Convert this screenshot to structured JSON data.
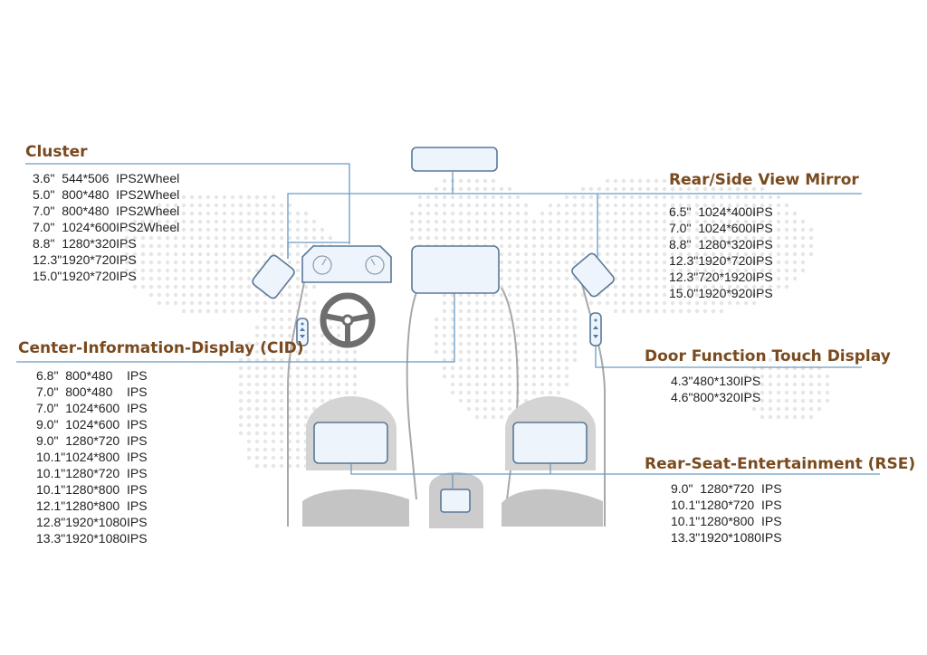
{
  "colors": {
    "heading": "#7a4a1f",
    "line": "#6a9bc4",
    "screen_fill": "#eef4fb",
    "screen_stroke": "#5a7896",
    "seat": "#c4c4c4",
    "seat_outline": "#a8a8a8",
    "steering": "#6e6e6e",
    "map_dots": "#e6e6e6"
  },
  "cluster": {
    "heading": "Cluster",
    "rows": [
      {
        "size": "3.6\"",
        "resolution": "544*506",
        "type": "IPS",
        "extra": "2Wheel"
      },
      {
        "size": "5.0\"",
        "resolution": "800*480",
        "type": "IPS",
        "extra": "2Wheel"
      },
      {
        "size": "7.0\"",
        "resolution": "800*480",
        "type": "IPS",
        "extra": "2Wheel"
      },
      {
        "size": "7.0\"",
        "resolution": "1024*600",
        "type": "IPS",
        "extra": "2Wheel"
      },
      {
        "size": "8.8\"",
        "resolution": "1280*320",
        "type": "IPS",
        "extra": ""
      },
      {
        "size": "12.3\"",
        "resolution": "1920*720",
        "type": "IPS",
        "extra": ""
      },
      {
        "size": "15.0\"",
        "resolution": "1920*720",
        "type": "IPS",
        "extra": ""
      }
    ]
  },
  "cid": {
    "heading": "Center-Information-Display (CID)",
    "rows": [
      {
        "size": "6.8\"",
        "resolution": "800*480",
        "type": "IPS"
      },
      {
        "size": "7.0\"",
        "resolution": "800*480",
        "type": "IPS"
      },
      {
        "size": "7.0\"",
        "resolution": "1024*600",
        "type": "IPS"
      },
      {
        "size": "9.0\"",
        "resolution": "1024*600",
        "type": "IPS"
      },
      {
        "size": "9.0\"",
        "resolution": "1280*720",
        "type": "IPS"
      },
      {
        "size": "10.1\"",
        "resolution": "1024*800",
        "type": "IPS"
      },
      {
        "size": "10.1\"",
        "resolution": "1280*720",
        "type": "IPS"
      },
      {
        "size": "10.1\"",
        "resolution": "1280*800",
        "type": "IPS"
      },
      {
        "size": "12.1\"",
        "resolution": "1280*800",
        "type": "IPS"
      },
      {
        "size": "12.8\"",
        "resolution": "1920*1080",
        "type": "IPS"
      },
      {
        "size": "13.3\"",
        "resolution": "1920*1080",
        "type": "IPS"
      }
    ]
  },
  "mirror": {
    "heading": "Rear/Side View Mirror",
    "rows": [
      {
        "size": "6.5\"",
        "resolution": "1024*400",
        "type": "IPS"
      },
      {
        "size": "7.0\"",
        "resolution": "1024*600",
        "type": "IPS"
      },
      {
        "size": "8.8\"",
        "resolution": "1280*320",
        "type": "IPS"
      },
      {
        "size": "12.3\"",
        "resolution": "1920*720",
        "type": "IPS"
      },
      {
        "size": "12.3\"",
        "resolution": "720*1920",
        "type": "IPS"
      },
      {
        "size": "15.0\"",
        "resolution": "1920*920",
        "type": "IPS"
      }
    ]
  },
  "door": {
    "heading": "Door Function Touch Display",
    "rows": [
      {
        "size": "4.3\"",
        "resolution": "480*130",
        "type": "IPS"
      },
      {
        "size": "4.6\"",
        "resolution": "800*320",
        "type": "IPS"
      }
    ]
  },
  "rse": {
    "heading": "Rear-Seat-Entertainment (RSE)",
    "rows": [
      {
        "size": "9.0\"",
        "resolution": "1280*720",
        "type": "IPS"
      },
      {
        "size": "10.1\"",
        "resolution": "1280*720",
        "type": "IPS"
      },
      {
        "size": "10.1\"",
        "resolution": "1280*800",
        "type": "IPS"
      },
      {
        "size": "13.3\"",
        "resolution": "1920*1080",
        "type": "IPS"
      }
    ]
  }
}
